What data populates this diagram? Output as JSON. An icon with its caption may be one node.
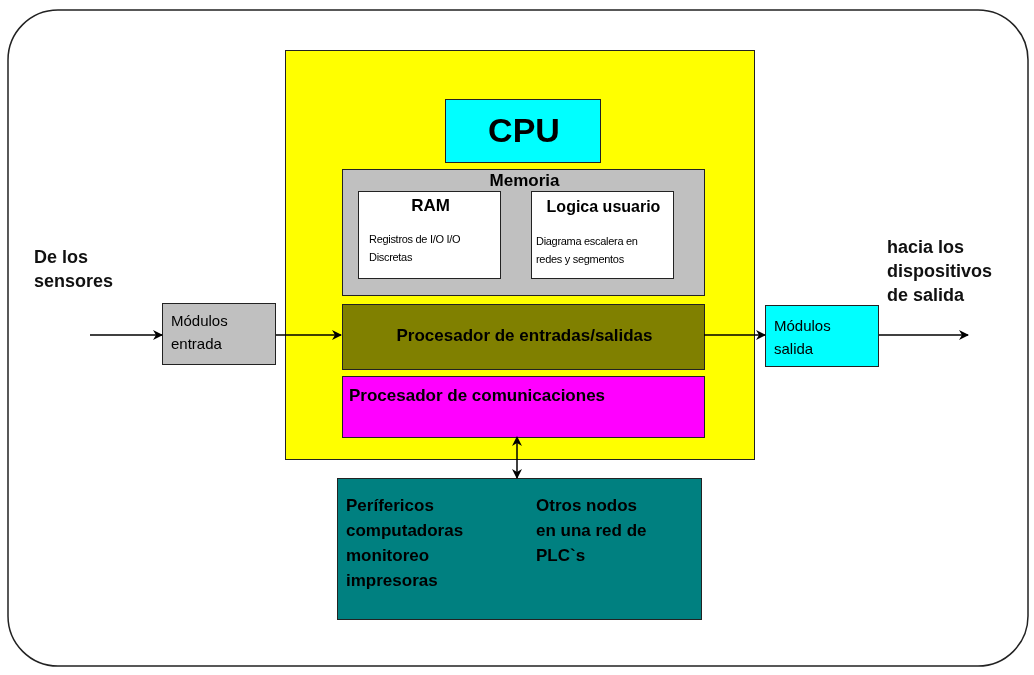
{
  "diagram": {
    "nodes": [
      {
        "text": [],
        "shape": "box"
      },
      {
        "text": [
          "CPU"
        ],
        "in": 0
      },
      {
        "text": [
          "Memoria"
        ],
        "in": 0
      },
      {
        "text": [
          "RAM",
          "Registros de I/O I/O Discretas"
        ],
        "in": 2
      },
      {
        "text": [
          "Logica usuario",
          "Diagrama escalera en redes y segmentos"
        ],
        "in": 2
      },
      {
        "text": [
          "Procesador de entradas/salidas"
        ],
        "in": 0
      },
      {
        "text": [
          "Procesador de comunicaciones"
        ],
        "in": 0
      },
      {
        "text": [
          "Módulos entrada"
        ]
      },
      {
        "text": [
          "Módulos salida"
        ]
      },
      {
        "text": [
          "Perífericos computadoras monitoreo impresoras",
          "Otros nodos en una red de PLC`s"
        ]
      }
    ],
    "edges": [
      {
        "from": null,
        "to": 7,
        "arrow": "to"
      },
      {
        "from": 7,
        "to": 5,
        "arrow": "to"
      },
      {
        "from": 5,
        "to": 8,
        "arrow": "to"
      },
      {
        "from": 8,
        "to": null,
        "arrow": "to"
      },
      {
        "from": 6,
        "to": 9,
        "arrow": "both"
      }
    ],
    "labels": [
      "De los sensores",
      "hacia los dispositivos de salida"
    ]
  }
}
